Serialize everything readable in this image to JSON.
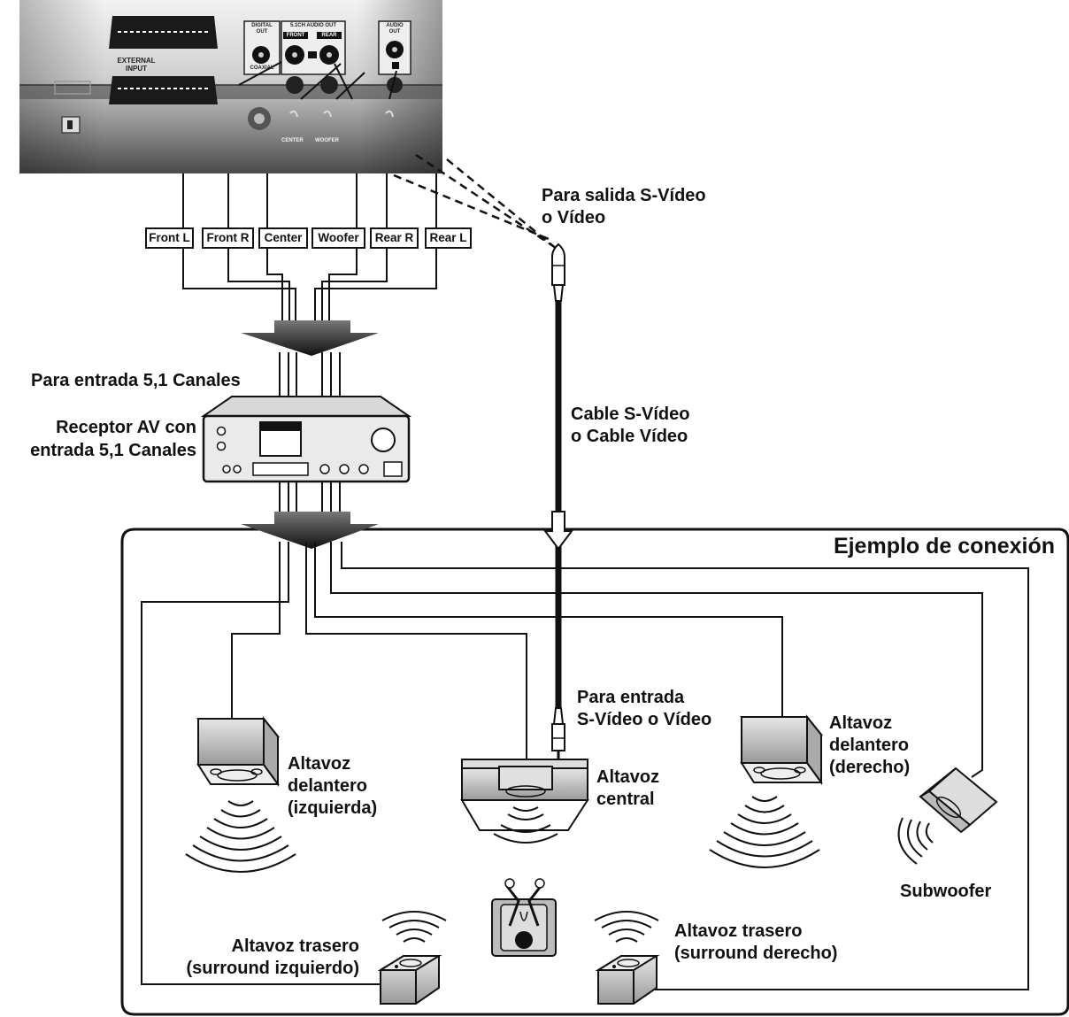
{
  "panel": {
    "external_input": "EXTERNAL\nINPUT",
    "digital_out": "DIGITAL\nOUT",
    "coaxial": "COAXIAL",
    "audio51": "5.1CH AUDIO OUT",
    "front": "FRONT",
    "rear": "REAR",
    "audio_out": "AUDIO\nOUT",
    "center": "CENTER",
    "woofer": "WOOFER"
  },
  "cables": {
    "front_l": "Front L",
    "front_r": "Front R",
    "center": "Center",
    "woofer": "Woofer",
    "rear_r": "Rear R",
    "rear_l": "Rear L"
  },
  "labels": {
    "video_out": "Para salida S-Vídeo\no Vídeo",
    "input_51": "Para entrada 5,1 Canales",
    "receiver": "Receptor AV con\nentrada 5,1 Canales",
    "cable": "Cable S-Vídeo\no Cable Vídeo",
    "example_title": "Ejemplo de conexión",
    "video_in": "Para entrada\nS-Vídeo o Vídeo",
    "front_left": "Altavoz\ndelantero\n(izquierda)",
    "center_spk": "Altavoz\ncentral",
    "front_right": "Altavoz\ndelantero\n(derecho)",
    "subwoofer": "Subwoofer",
    "rear_left": "Altavoz trasero\n(surround izquierdo)",
    "rear_right": "Altavoz trasero\n(surround derecho)"
  }
}
